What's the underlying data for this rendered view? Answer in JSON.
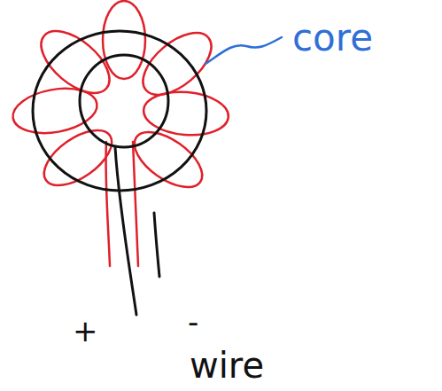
{
  "diagram": {
    "labels": [
      "core",
      "+",
      "-",
      "wire"
    ]
  }
}
